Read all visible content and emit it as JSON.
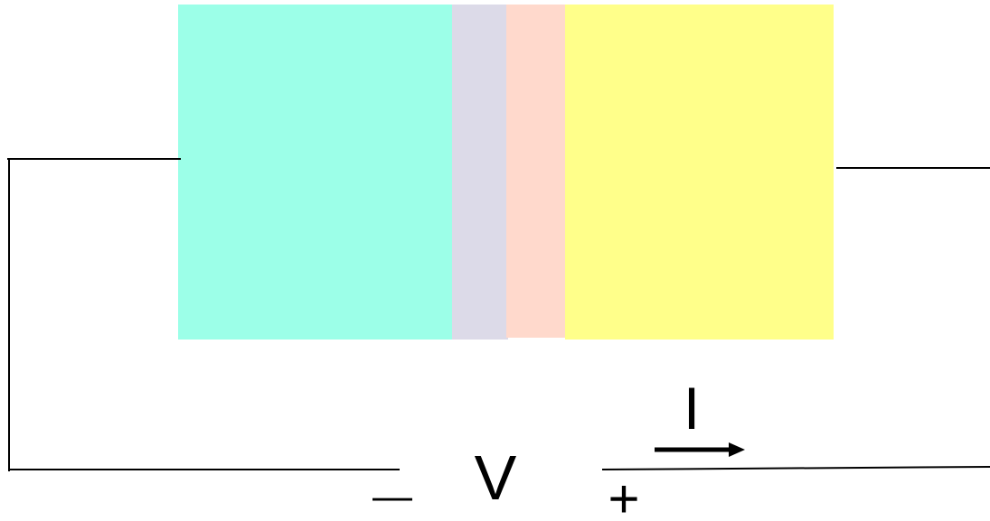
{
  "regions": [
    {
      "name": "left-region",
      "color": "#9cffe8"
    },
    {
      "name": "depletion-left",
      "color": "#dcdae8"
    },
    {
      "name": "depletion-right",
      "color": "#ffd9cc"
    },
    {
      "name": "right-region",
      "color": "#ffff8a"
    }
  ],
  "labels": {
    "current": "I",
    "voltage": "V",
    "minus": "—",
    "plus": "+"
  },
  "colors": {
    "wire": "#000000",
    "background": "#ffffff"
  }
}
